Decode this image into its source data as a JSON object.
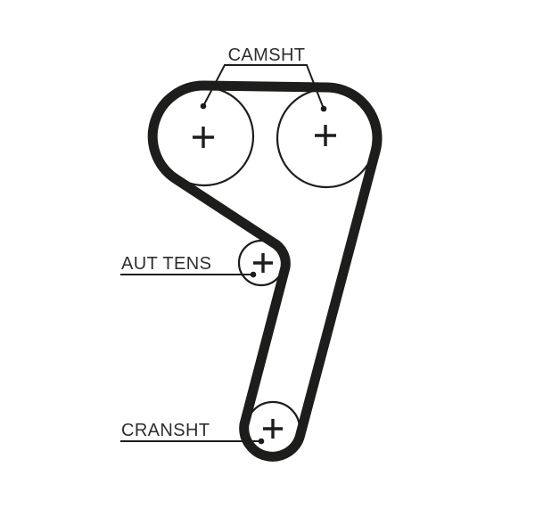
{
  "diagram": {
    "kind": "timing-belt-routing-diagram",
    "colors": {
      "belt": "#1d1d1b",
      "outline": "#1d1d1b",
      "leader": "#1d1d1b",
      "marker": "#1d1d1b",
      "text": "#2e2e2e",
      "background": "#ffffff"
    },
    "labels": {
      "camshaft": "CAMSHT",
      "auto_tensioner": "AUT TENS",
      "crankshaft": "CRANSHT"
    },
    "pulleys": [
      {
        "id": "camshaft-left",
        "label": "CAMSHT",
        "marker": "+"
      },
      {
        "id": "camshaft-right",
        "label": "CAMSHT",
        "marker": "+"
      },
      {
        "id": "auto-tensioner",
        "label": "AUT TENS",
        "marker": "+"
      },
      {
        "id": "crankshaft",
        "label": "CRANSHT",
        "marker": "+"
      }
    ]
  }
}
